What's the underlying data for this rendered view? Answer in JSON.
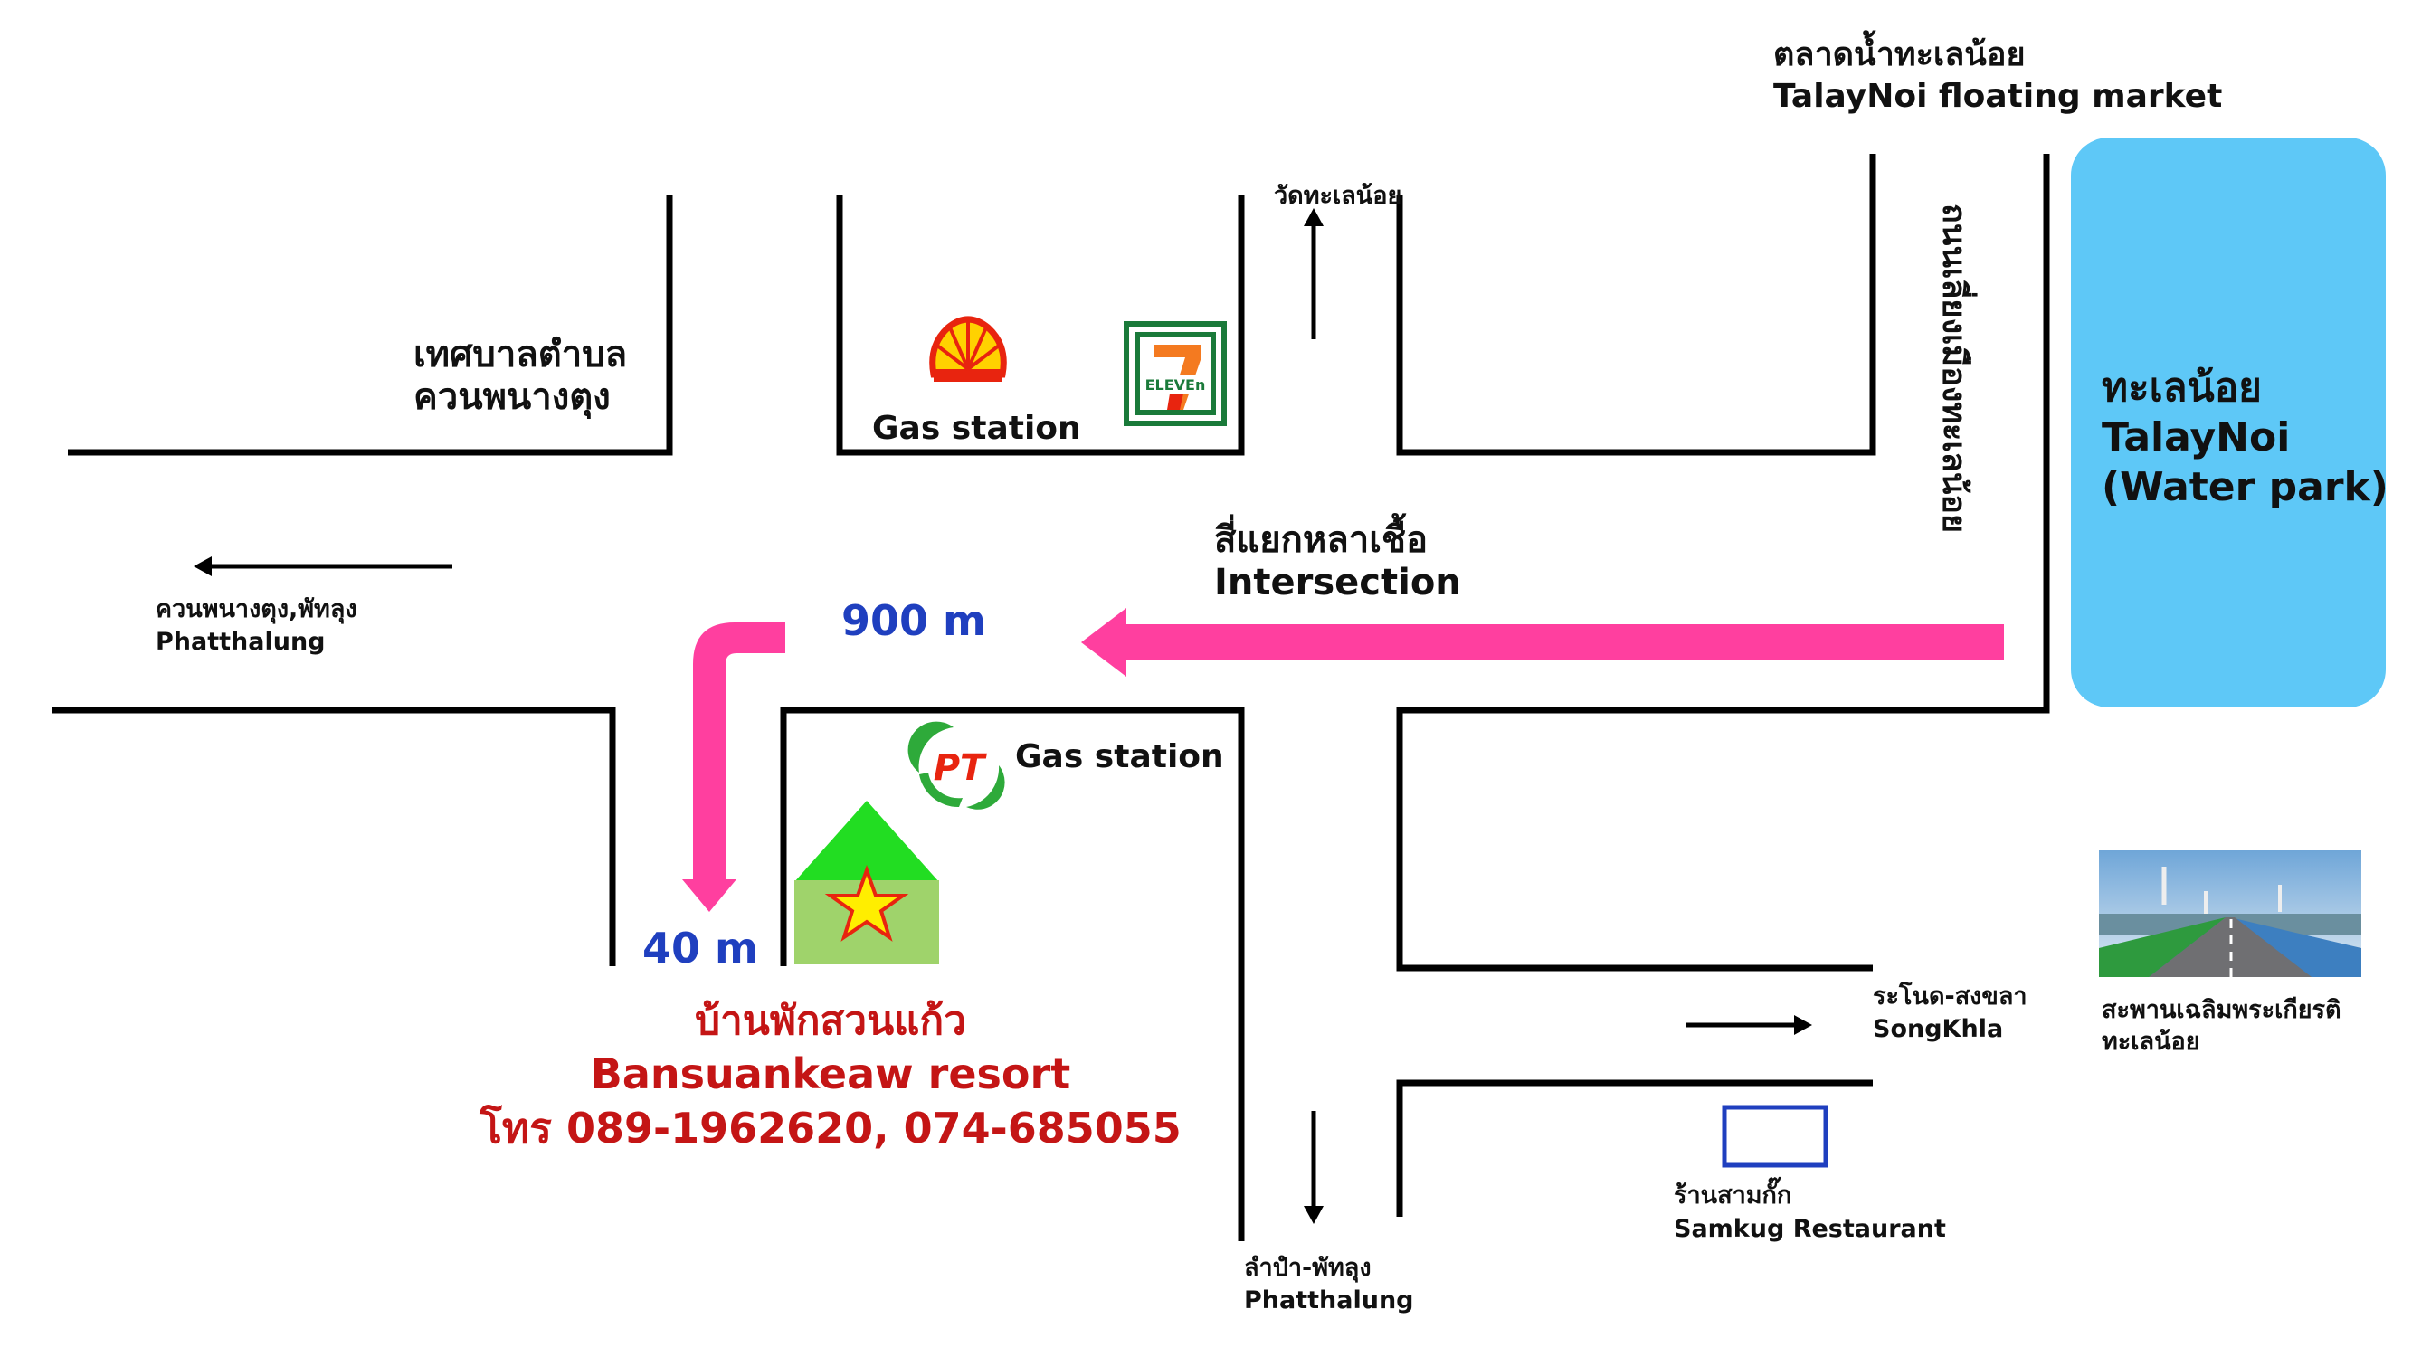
{
  "colors": {
    "route": "#ff3f9f",
    "distance": "#1f3fbf",
    "resort_text": "#c41515",
    "water": "#5ec8f7",
    "house_roof": "#22dd22",
    "house_body": "#9fd36b",
    "star": "#ffee00",
    "restaurant_box": "#1f3fbf"
  },
  "labels": {
    "market_th": "ตลาดน้ำทะเลน้อย",
    "market_en": "TalayNoi floating market",
    "road_vertical_th": "ถนนเลี่ยงเมืองทะเลน้อย",
    "temple_th": "วัดทะเลน้อย",
    "municipality_th_1": "เทศบาลตำบล",
    "municipality_th_2": "ควนพนางตุง",
    "gas_station_top": "Gas station",
    "gas_station_bottom": "Gas station",
    "water_th": "ทะเลน้อย",
    "water_en_1": "TalayNoi",
    "water_en_2": "(Water park)",
    "west_th": "ควนพนางตุง,พัทลุง",
    "west_en": "Phatthalung",
    "intersection_th": "สี่แยกหลาเชื้อ",
    "intersection_en": "Intersection",
    "dist_900": "900 m",
    "dist_40": "40 m",
    "resort_th": "บ้านพักสวนแก้ว",
    "resort_en": "Bansuankeaw resort",
    "resort_phone": "โทร 089-1962620, 074-685055",
    "east_th": "ระโนด-สงขลา",
    "east_en": "SongKhla",
    "bridge_th_1": "สะพานเฉลิมพระเกียรติ",
    "bridge_th_2": "ทะเลน้อย",
    "restaurant_th": "ร้านสามกั๊ก",
    "restaurant_en": "Samkug Restaurant",
    "south_th": "ลำปำ-พัทลุง",
    "south_en": "Phatthalung",
    "eleven_logo": "ELEVEn",
    "pt_logo": "PT"
  },
  "icons": [
    "shell-logo-icon",
    "seven-eleven-logo-icon",
    "pt-logo-icon",
    "resort-house-icon",
    "star-icon",
    "restaurant-marker-icon",
    "bridge-photo-icon"
  ]
}
